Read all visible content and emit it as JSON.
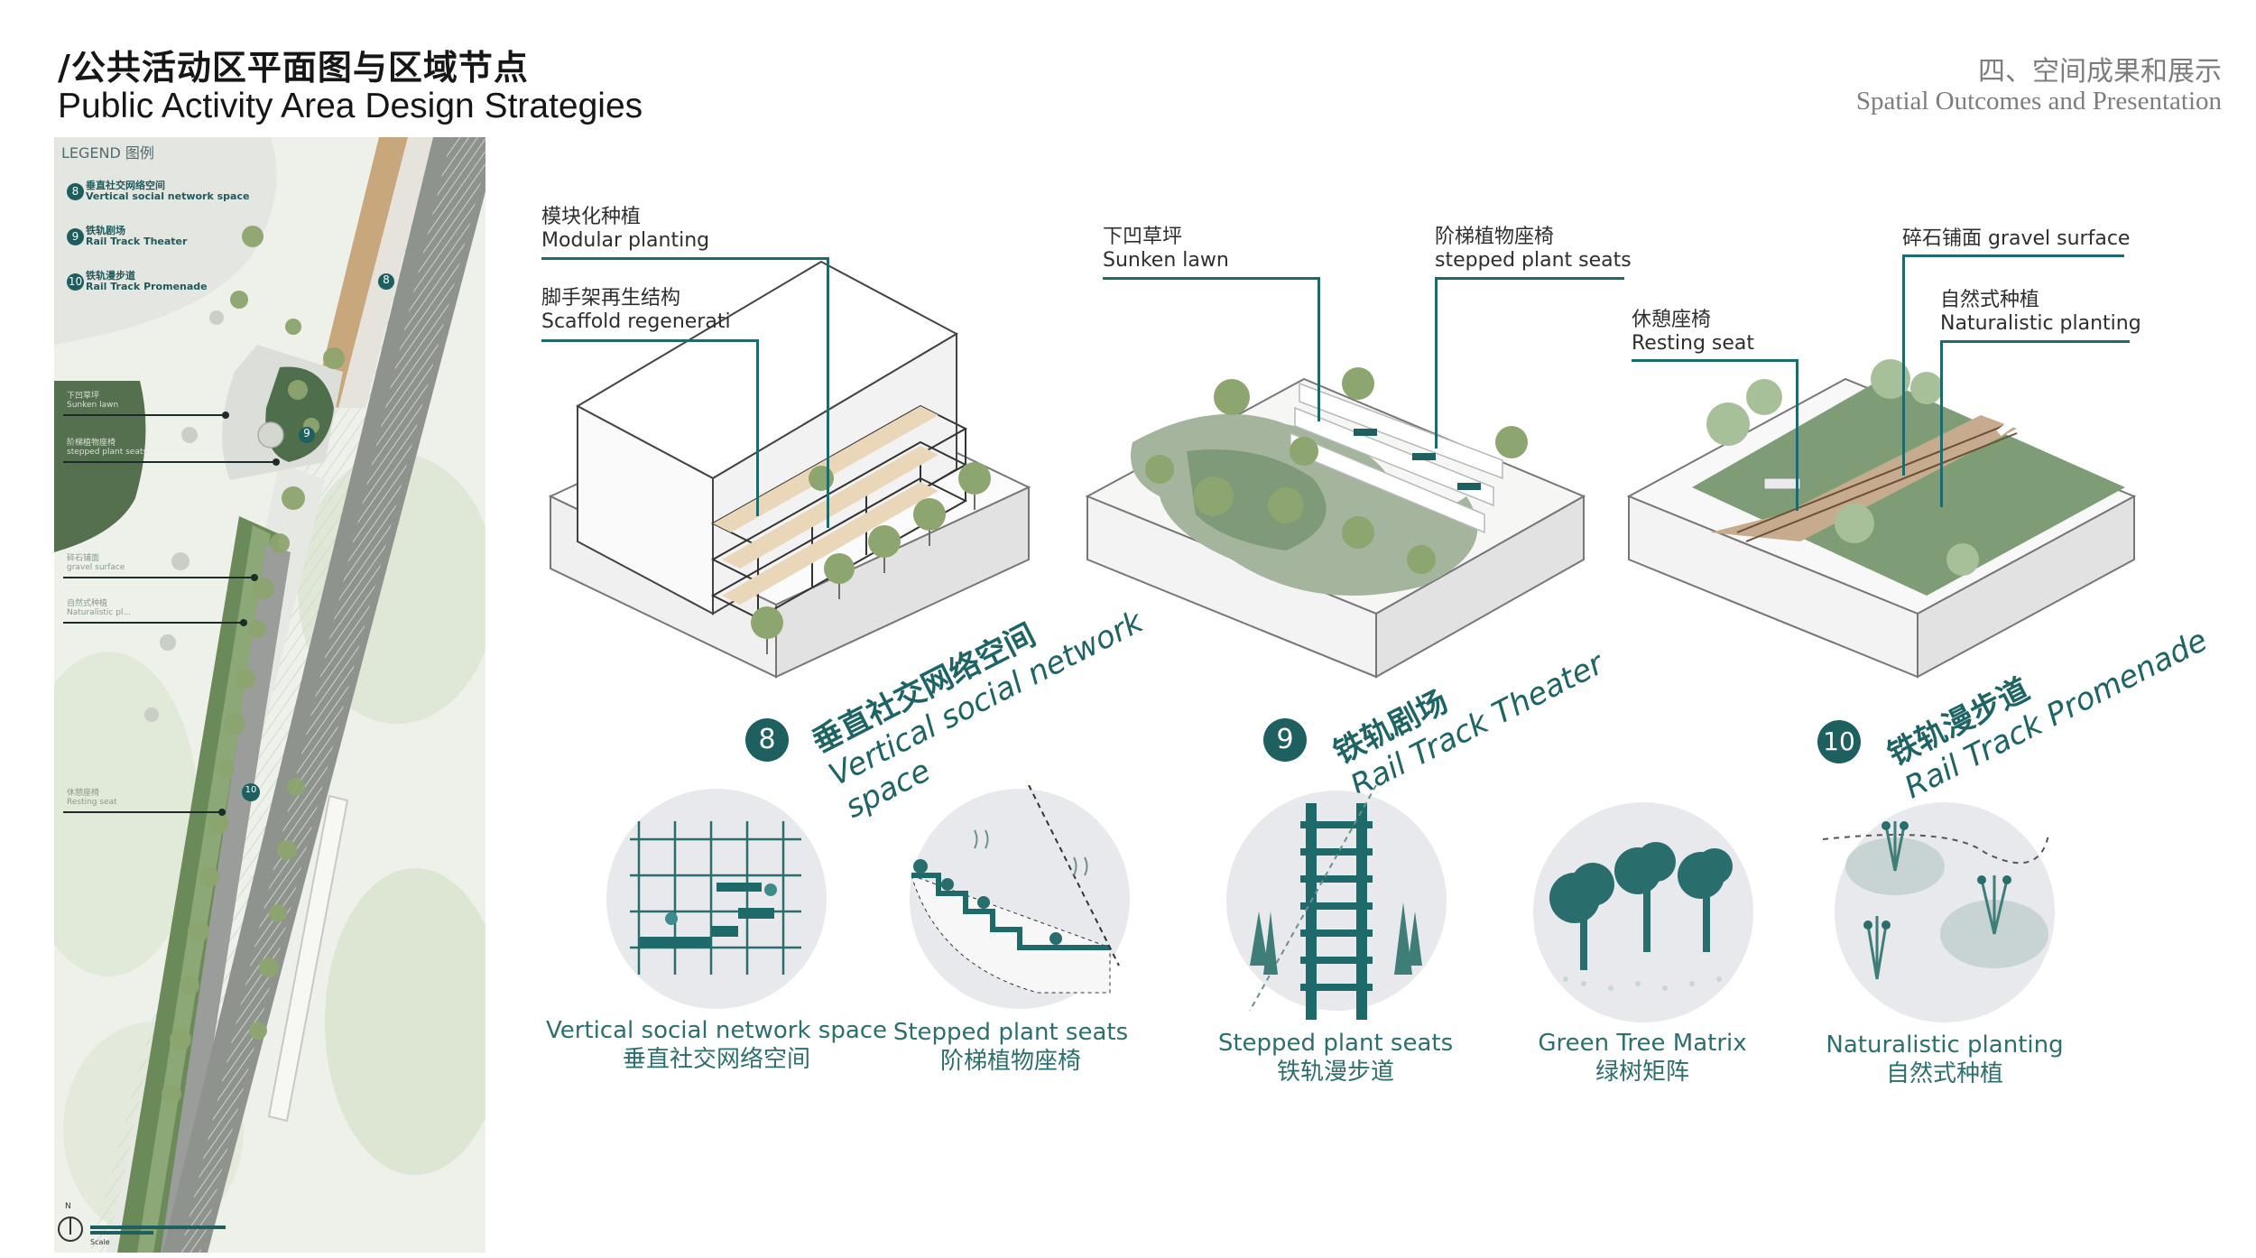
{
  "header": {
    "title_cn": "/公共活动区平面图与区域节点",
    "title_en": "Public Activity Area Design Strategies",
    "section_cn": "四、空间成果和展示",
    "section_en": "Spatial Outcomes and Presentation"
  },
  "plan": {
    "legend_title": "LEGEND  图例",
    "legend": [
      {
        "num": "8",
        "cn": "垂直社交网络空间",
        "en": "Vertical social network space"
      },
      {
        "num": "9",
        "cn": "铁轨剧场",
        "en": "Rail Track Theater"
      },
      {
        "num": "10",
        "cn": "铁轨漫步道",
        "en": "Rail Track Promenade"
      }
    ],
    "markers": [
      "8",
      "9",
      "10"
    ],
    "small_labels": [
      {
        "cn": "下凹草坪",
        "en": "Sunken lawn"
      },
      {
        "cn": "阶梯植物座椅",
        "en": "stepped plant seats"
      },
      {
        "cn": "碎石铺面",
        "en": "gravel surface"
      },
      {
        "cn": "自然式种植",
        "en": "Naturalistic pl..."
      },
      {
        "cn": "休憩座椅",
        "en": "Resting seat"
      }
    ],
    "north": "N",
    "scale": "Scale"
  },
  "callouts": {
    "modular": {
      "cn": "模块化种植",
      "en": "Modular planting"
    },
    "scaffold": {
      "cn": "脚手架再生结构",
      "en": "Scaffold regenerati"
    },
    "sunken": {
      "cn": "下凹草坪",
      "en": "Sunken lawn"
    },
    "stepped": {
      "cn": "阶梯植物座椅",
      "en": "stepped plant seats"
    },
    "resting": {
      "cn": "休憩座椅",
      "en": "Resting seat"
    },
    "gravel": {
      "text": "碎石铺面 gravel surface"
    },
    "natural": {
      "cn": "自然式种植",
      "en": "Naturalistic planting"
    }
  },
  "nodes": [
    {
      "num": "8",
      "cn": "垂直社交网络空间",
      "en1": "Vertical social network",
      "en2": "space"
    },
    {
      "num": "9",
      "cn": "铁轨剧场",
      "en1": "Rail Track Theater"
    },
    {
      "num": "10",
      "cn": "铁轨漫步道",
      "en1": "Rail Track Promenade"
    }
  ],
  "icons": [
    {
      "en": "Vertical social network space",
      "cn": "垂直社交网络空间"
    },
    {
      "en": "Stepped plant seats",
      "cn": "阶梯植物座椅"
    },
    {
      "en": "Stepped plant seats",
      "cn": "铁轨漫步道"
    },
    {
      "en": "Green Tree Matrix",
      "cn": "绿树矩阵"
    },
    {
      "en": "Naturalistic planting",
      "cn": "自然式种植"
    }
  ],
  "colors": {
    "teal": "#1e6465",
    "green": "#5f7d56",
    "circle": "#e7e9ec"
  }
}
